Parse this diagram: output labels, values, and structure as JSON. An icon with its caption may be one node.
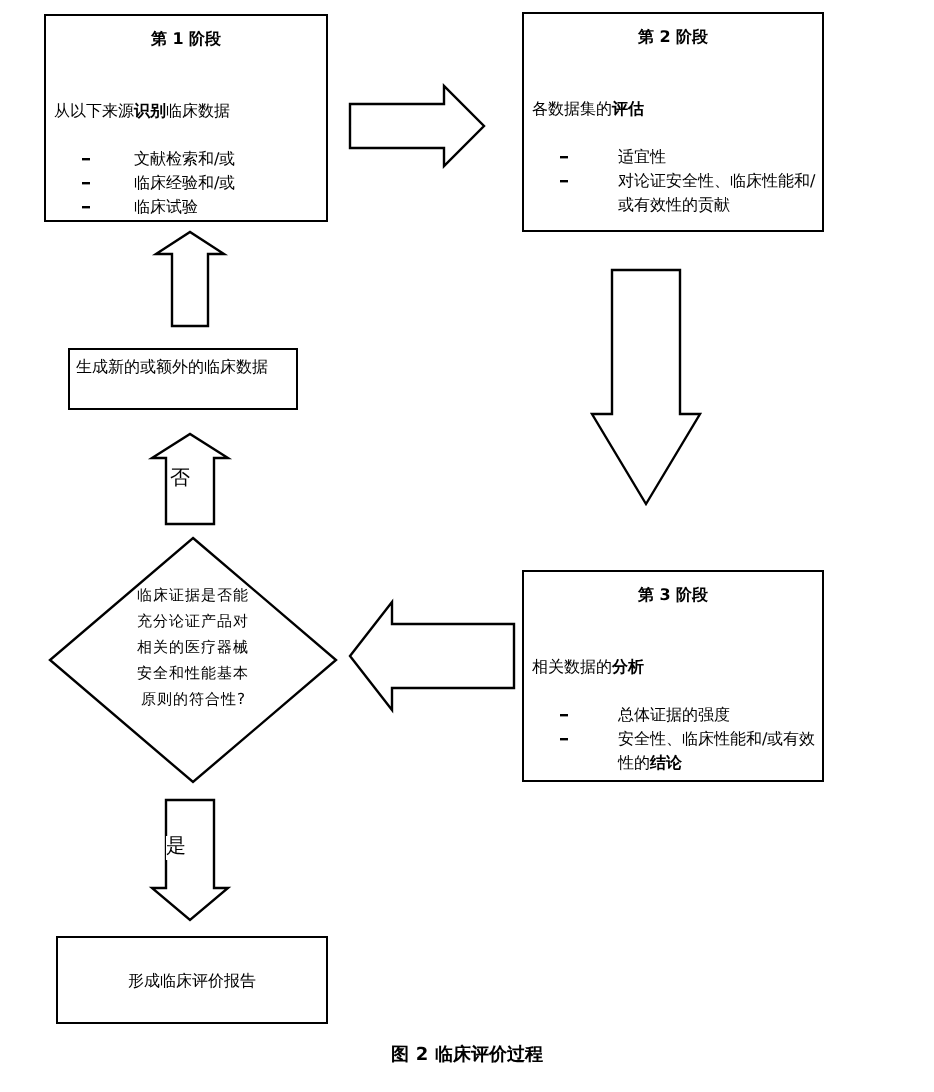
{
  "diagram": {
    "caption": "图 2 临床评价过程",
    "nodes": [
      {
        "text": [
          "第 1 阶段",
          "从以下来源**识别**临床数据",
          "文献检索和/或",
          "临床经验和/或",
          "临床试验"
        ]
      },
      {
        "text": [
          "第 2 阶段",
          "各数据集的**评估**",
          "适宜性",
          "对论证安全性、临床性能和/或有效性的贡献"
        ]
      },
      {
        "text": [
          "第 3 阶段",
          "相关数据的**分析**",
          "总体证据的强度",
          "安全性、临床性能和/或有效性的**结论**"
        ]
      },
      {
        "text": [
          "临床证据是否能充分论证产品对相关的医疗器械安全和性能基本原则的符合性?"
        ]
      },
      {
        "text": [
          "生成新的或额外的临床数据"
        ]
      },
      {
        "text": [
          "形成临床评价报告"
        ]
      }
    ],
    "edges": [
      {
        "from": 0,
        "to": 1,
        "arrow": "to"
      },
      {
        "from": 1,
        "to": 2,
        "arrow": "to"
      },
      {
        "from": 2,
        "to": 3,
        "arrow": "to"
      },
      {
        "from": 3,
        "to": 4,
        "arrow": "to",
        "label": "否"
      },
      {
        "from": 4,
        "to": 0,
        "arrow": "to"
      },
      {
        "from": 3,
        "to": 5,
        "arrow": "to",
        "label": "是"
      }
    ]
  }
}
